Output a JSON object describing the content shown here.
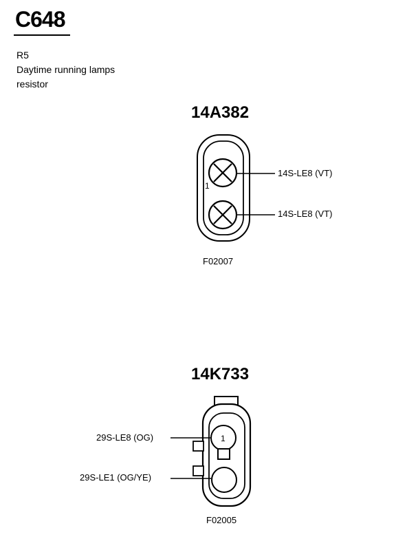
{
  "header": {
    "connector_id": "C648",
    "description_lines": [
      "R5",
      "Daytime running lamps",
      "resistor"
    ]
  },
  "connector_a": {
    "part_number": "14A382",
    "figure_code": "F02007",
    "pin_number_label": "1",
    "wires": [
      "14S-LE8 (VT)",
      "14S-LE8 (VT)"
    ]
  },
  "connector_b": {
    "part_number": "14K733",
    "figure_code": "F02005",
    "pin_number_label": "1",
    "wires": [
      "29S-LE8 (OG)",
      "29S-LE1 (OG/YE)"
    ]
  }
}
